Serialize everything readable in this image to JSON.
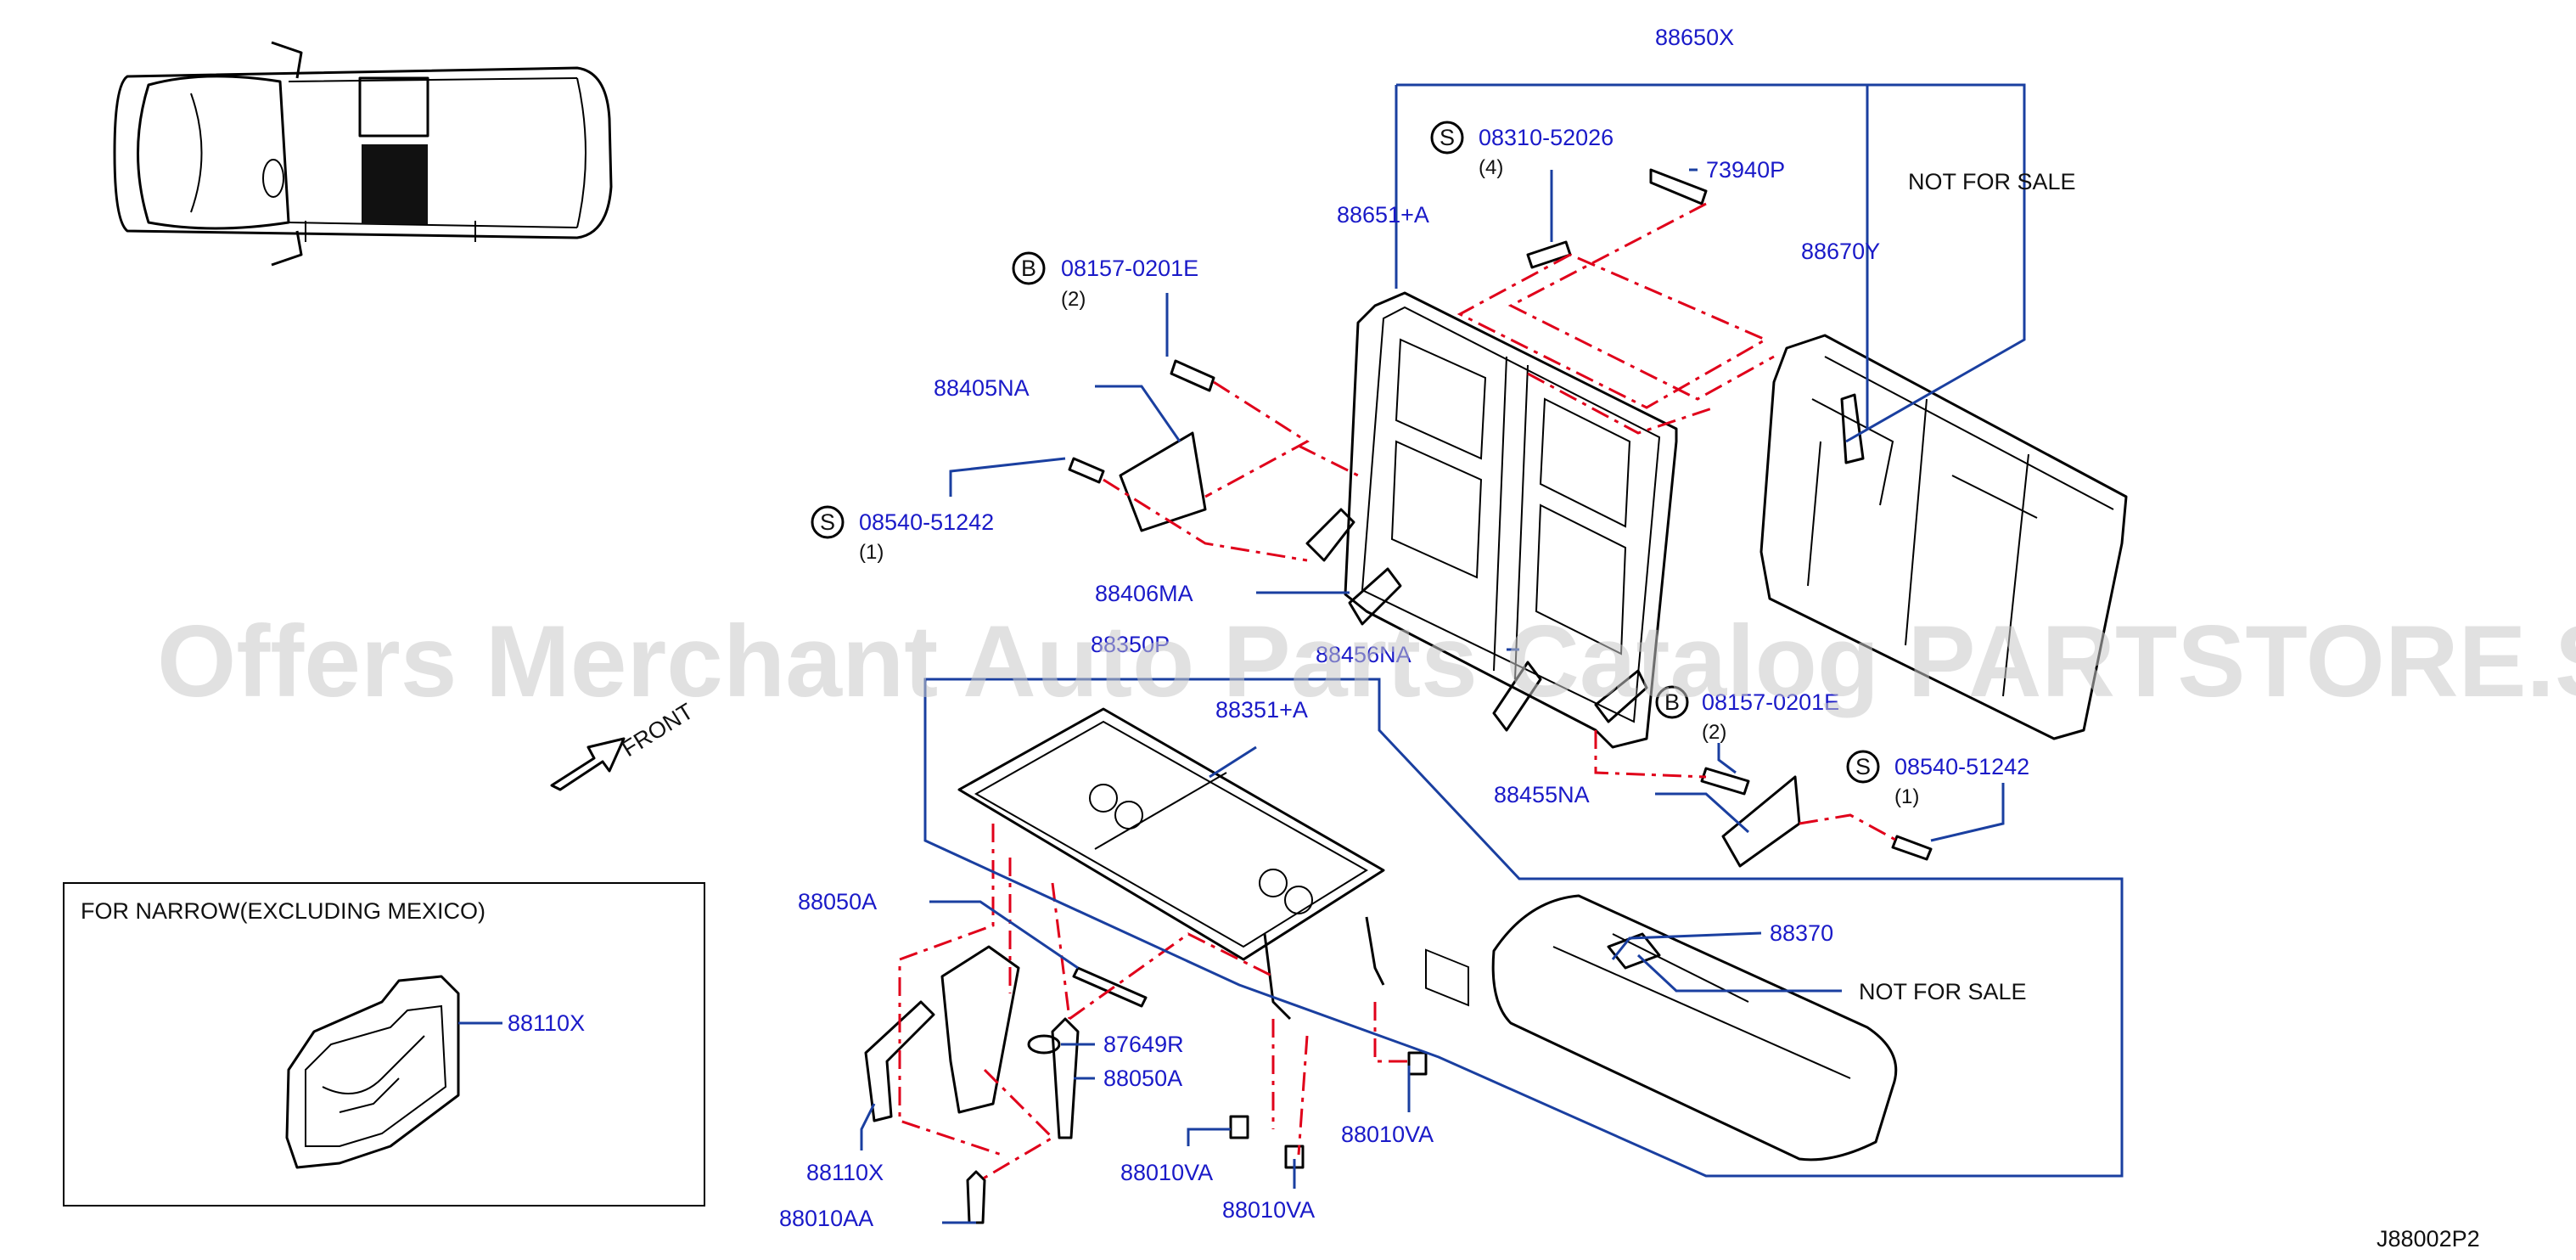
{
  "diagram": {
    "labels": {
      "top_assembly": "88650X",
      "screw_top": "08310-52026",
      "screw_top_qty": "(4)",
      "seatback_frame": "88651+A",
      "hinge_top": "73940P",
      "not_for_sale_top": "NOT FOR SALE",
      "trim_back": "88670Y",
      "bolt_left": "08157-0201E",
      "bolt_left_qty": "(2)",
      "bracket_left": "88405NA",
      "screw_left": "08540-51242",
      "screw_left_qty": "(1)",
      "cover_left": "88406MA",
      "cushion_assembly": "88350P",
      "cover_right": "88456NA",
      "cushion_frame": "88351+A",
      "bolt_right": "08157-0201E",
      "bolt_right_qty": "(2)",
      "screw_right": "08540-51242",
      "screw_right_qty": "(1)",
      "bracket_right": "88455NA",
      "leg_bolt": "88050A",
      "pad_cushion": "88370",
      "not_for_sale_bottom": "NOT FOR SALE",
      "bumper": "87649R",
      "leg_bolt_2": "88050A",
      "stopper_a": "88010VA",
      "leg": "88110X",
      "stopper_b": "88010VA",
      "stopper_c": "88010VA",
      "nut": "88010AA",
      "front": "FRONT",
      "inset_title": "FOR NARROW(EXCLUDING MEXICO)",
      "inset_part": "88110X",
      "diagram_code": "J88002P2"
    },
    "markers": {
      "screw": "S",
      "bolt": "B"
    },
    "watermark": "Offers Merchant Auto Parts Catalog PARTSTORE.SA"
  },
  "colors": {
    "label": "#1a1ac8",
    "leader": "#1a3fa0",
    "dashed": "#e0001a",
    "outline": "#000000",
    "watermark": "#c8c8c8"
  }
}
